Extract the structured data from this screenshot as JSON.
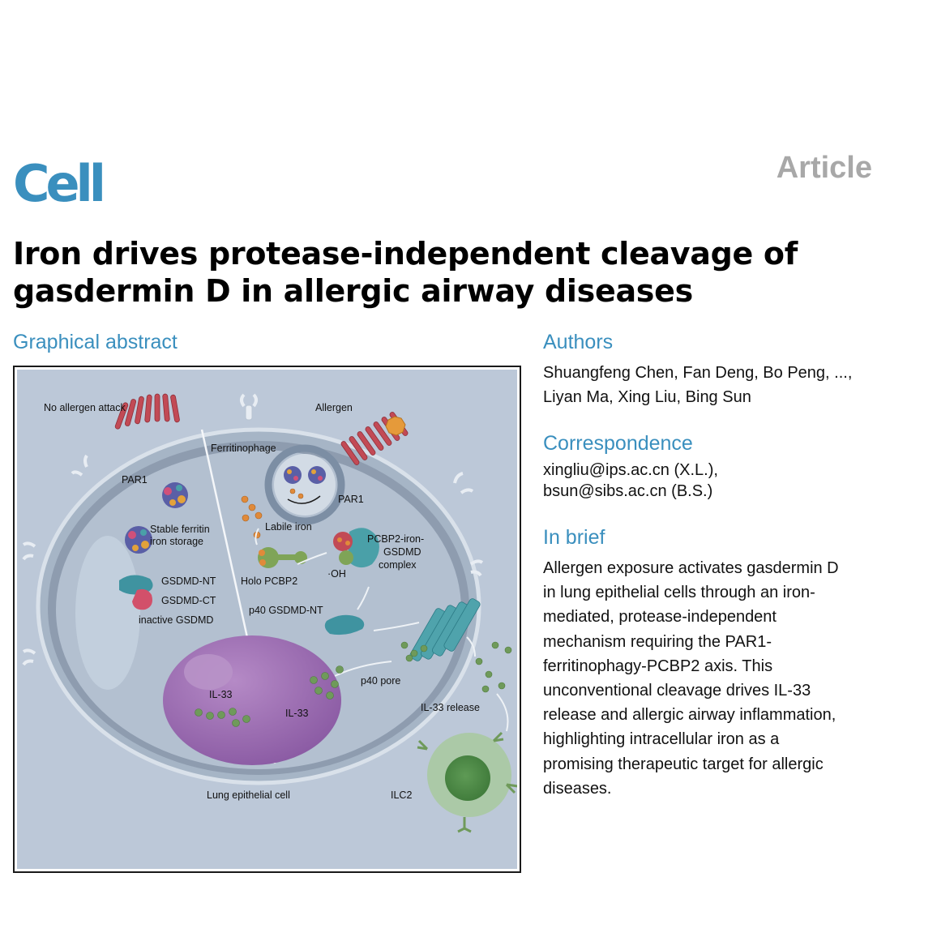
{
  "header": {
    "journal": "Cell",
    "article_type": "Article"
  },
  "title_lines": [
    "Iron drives protease-independent cleavage of",
    "gasdermin D in allergic airway diseases"
  ],
  "graphical_abstract": {
    "heading": "Graphical abstract",
    "labels": {
      "no_allergen": "No allergen attack",
      "allergen": "Allergen",
      "ferritinophage": "Ferritinophage",
      "par1_left": "PAR1",
      "par1_right": "PAR1",
      "stable_ferritin_1": "Stable ferritin",
      "stable_ferritin_2": "iron storage",
      "labile_iron": "Labile iron",
      "pcbp2_complex_1": "PCBP2-iron-",
      "pcbp2_complex_2": "GSDMD",
      "pcbp2_complex_3": "complex",
      "gsdmd_nt": "GSDMD-NT",
      "gsdmd_ct": "GSDMD-CT",
      "inactive_gsdmd": "inactive GSDMD",
      "holo_pcbp2": "Holo PCBP2",
      "hydroxyl": "·OH",
      "p40_gsdmd_nt": "p40 GSDMD-NT",
      "il33_left": "IL-33",
      "il33_right": "IL-33",
      "p40_pore": "p40 pore",
      "il33_release": "IL-33 release",
      "lung_epithelial": "Lung epithelial cell",
      "ilc2": "ILC2"
    }
  },
  "authors": {
    "heading": "Authors",
    "lines": [
      "Shuangfeng Chen, Fan Deng, Bo Peng, ...,",
      "Liyan Ma, Xing Liu, Bing Sun"
    ]
  },
  "correspondence": {
    "heading": "Correspondence",
    "lines": [
      "xingliu@ips.ac.cn (X.L.),",
      "bsun@sibs.ac.cn (B.S.)"
    ]
  },
  "in_brief": {
    "heading": "In brief",
    "lines": [
      "Allergen exposure activates gasdermin D",
      "in lung epithelial cells through an iron-",
      "mediated, protease-independent",
      "mechanism requiring the PAR1-",
      "ferritinophagy-PCBP2 axis. This",
      "unconventional cleavage drives IL-33",
      "release and allergic airway inflammation,",
      "highlighting intracellular iron as a",
      "promising therapeutic target for allergic",
      "diseases."
    ]
  },
  "colors": {
    "accent": "#3a8fbe",
    "article_gray": "#a8a8a8",
    "figure_bg": "#bcc8d8",
    "nucleus": "#9b6bb0"
  }
}
